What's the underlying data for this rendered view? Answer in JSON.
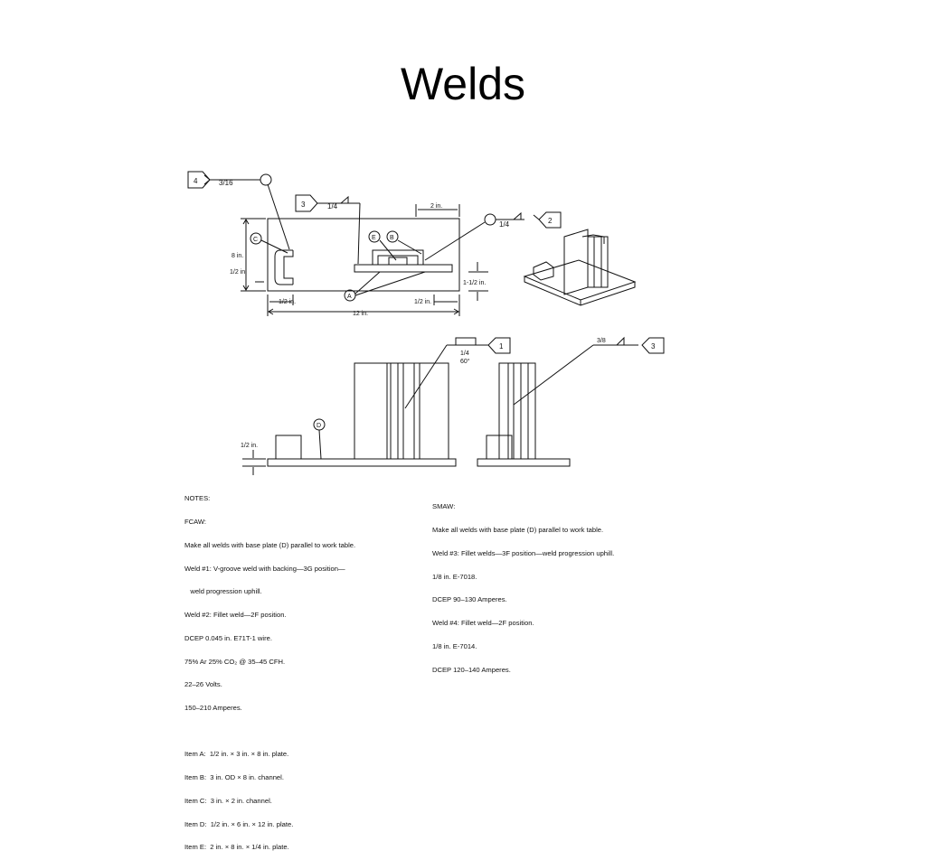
{
  "slide": {
    "title": "Welds"
  },
  "labels": {
    "A": "A",
    "B": "B",
    "C": "C",
    "D": "D",
    "E": "E",
    "w1": "1",
    "w2": "2",
    "w3": "3",
    "w4": "4",
    "size_316": "3/16",
    "size_14": "1/4",
    "size_38": "3/8",
    "angle_60": "60°",
    "dim_2in": "2 in.",
    "dim_8in": "8 in.",
    "dim_12in": "12 in.",
    "dim_half": "1/2 in.",
    "dim_1half": "1-1/2 in."
  },
  "notes_left": [
    "NOTES:",
    "FCAW:",
    "Make all welds with base plate (D) parallel to work table.",
    "Weld #1: V-groove weld with backing—3G position—",
    "   weld progression uphill.",
    "Weld #2: Fillet weld—2F position.",
    "DCEP 0.045 in. E71T-1 wire.",
    "75% Ar 25% CO₂ @ 35–45 CFH.",
    "22–26 Volts.",
    "150–210 Amperes.",
    "",
    "Item A:  1/2 in. × 3 in. × 8 in. plate.",
    "Item B:  3 in. OD × 8 in. channel.",
    "Item C:  3 in. × 2 in. channel.",
    "Item D:  1/2 in. × 6 in. × 12 in. plate.",
    "Item E:  2 in. × 8 in. × 1/4 in. plate."
  ],
  "notes_right": [
    "SMAW:",
    "Make all welds with base plate (D) parallel to work table.",
    "Weld #3: Fillet welds—3F position—weld progression uphill.",
    "1/8 in. E-7018.",
    "DCEP 90–130 Amperes.",
    "Weld #4: Fillet weld—2F position.",
    "1/8 in. E-7014.",
    "DCEP 120–140 Amperes."
  ]
}
